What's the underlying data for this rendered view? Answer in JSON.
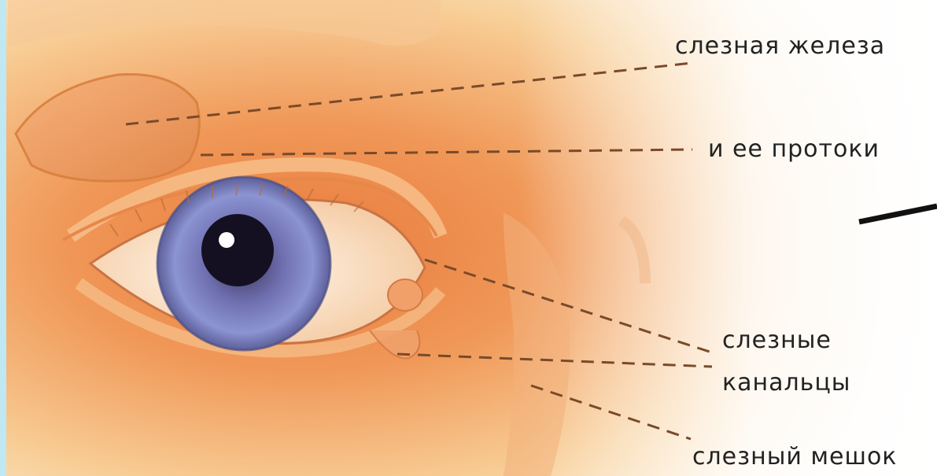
{
  "labels": {
    "lacrimal_gland": "слезная железа",
    "ducts": "и ее протоки",
    "canaliculi_line1": "слезные",
    "canaliculi_line2": "канальцы",
    "lacrimal_sac": "слезный мешок"
  },
  "colors": {
    "skin_warm": "#f0a060",
    "skin_light": "#fdf1dc",
    "iris": "#7f86c8",
    "pupil": "#151021",
    "leader_line": "#7a4a2a",
    "frame_left": "#bfe8f2"
  }
}
